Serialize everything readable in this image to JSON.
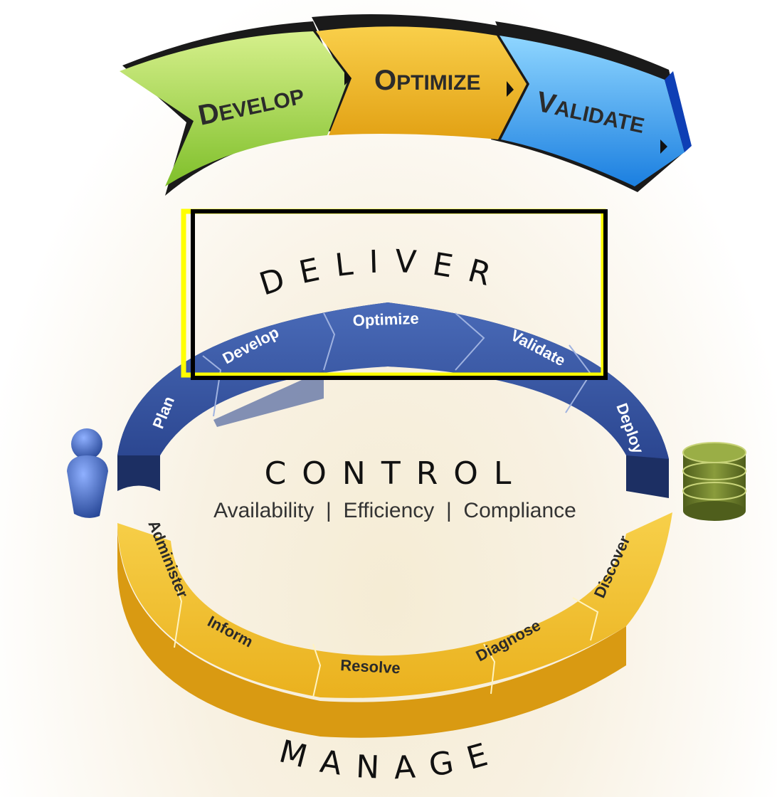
{
  "top_arrows": [
    {
      "first": "D",
      "rest": "EVELOP",
      "color": "#9bd04a"
    },
    {
      "first": "O",
      "rest": "PTIMIZE",
      "color": "#f0b21a"
    },
    {
      "first": "V",
      "rest": "ALIDATE",
      "color": "#3fa6ee"
    }
  ],
  "deliver": {
    "title": "DELIVER"
  },
  "blue_stages": [
    "Plan",
    "Develop",
    "Optimize",
    "Validate",
    "Deploy"
  ],
  "control": {
    "title": "CONTROL",
    "subtitle": "Availability  |  Efficiency  |  Compliance"
  },
  "gold_stages": [
    "Administer",
    "Inform",
    "Resolve",
    "Diagnose",
    "Discover"
  ],
  "manage": {
    "title": "MANAGE"
  },
  "colors": {
    "blue_ring": "#2f4f9a",
    "blue_ring_side": "#233a78",
    "gold_ring": "#f1bf25",
    "gold_ring_side": "#d99a12",
    "highlight_box_outer": "#ffff00",
    "highlight_box_inner": "#000000",
    "user_icon": "#3a5fae",
    "database_icon": "#6f7f2e"
  },
  "icons": {
    "left": "user-icon",
    "right": "database-icon"
  }
}
